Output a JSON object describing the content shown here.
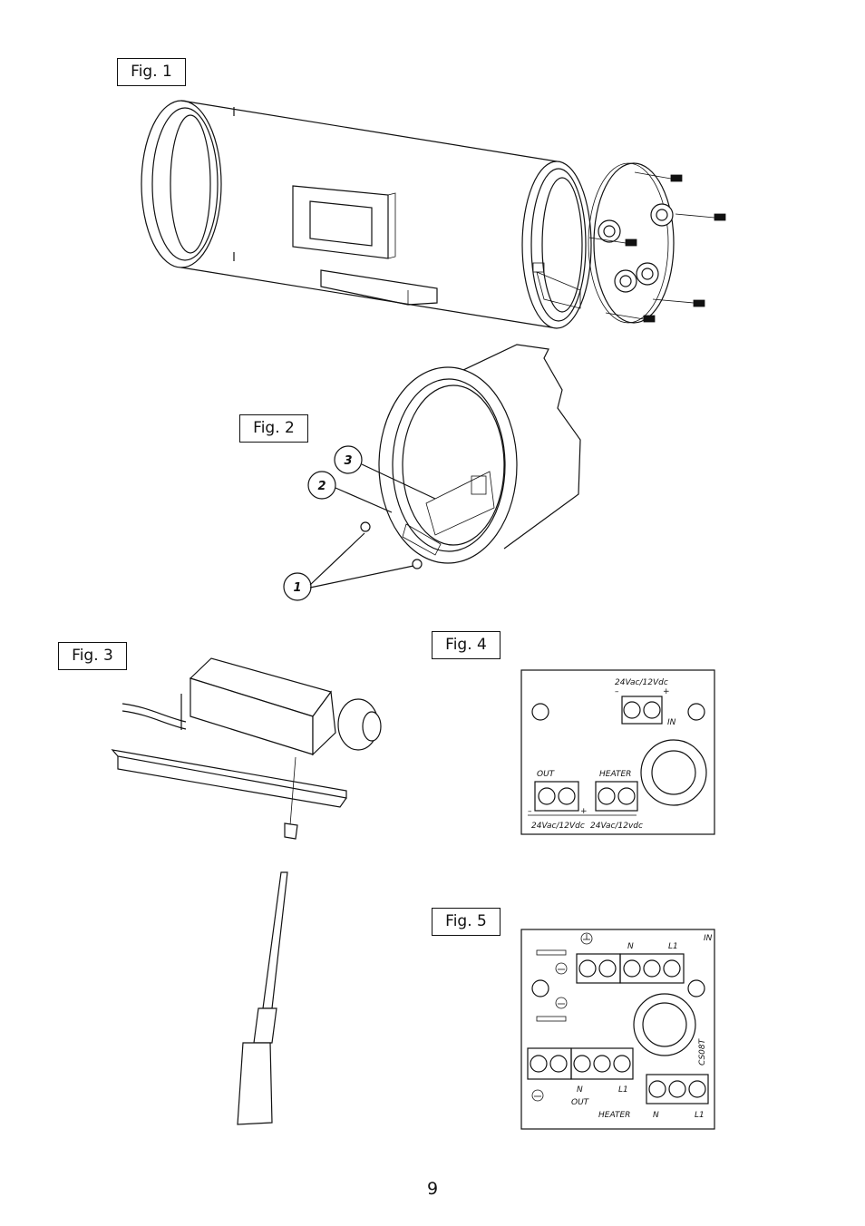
{
  "figures": {
    "fig1": {
      "label": "Fig. 1"
    },
    "fig2": {
      "label": "Fig. 2",
      "callouts": [
        "1",
        "2",
        "3"
      ]
    },
    "fig3": {
      "label": "Fig. 3"
    },
    "fig4": {
      "label": "Fig. 4",
      "terminals": {
        "in_voltage": "24Vac/12Vdc",
        "in_label": "IN",
        "minus": "–",
        "plus": "+",
        "out_label": "OUT",
        "heater_label": "HEATER",
        "out_voltage": "24Vac/12Vdc",
        "heater_voltage": "24Vac/12vdc"
      }
    },
    "fig5": {
      "label": "Fig. 5",
      "terminals": {
        "in_label": "IN",
        "n_top": "N",
        "l1_top": "L1",
        "n_out": "N",
        "l1_out": "L1",
        "out_label": "OUT",
        "heater_label": "HEATER",
        "n_heater": "N",
        "l1_heater": "L1",
        "board_code": "CS08T"
      }
    }
  },
  "page_number": "9"
}
